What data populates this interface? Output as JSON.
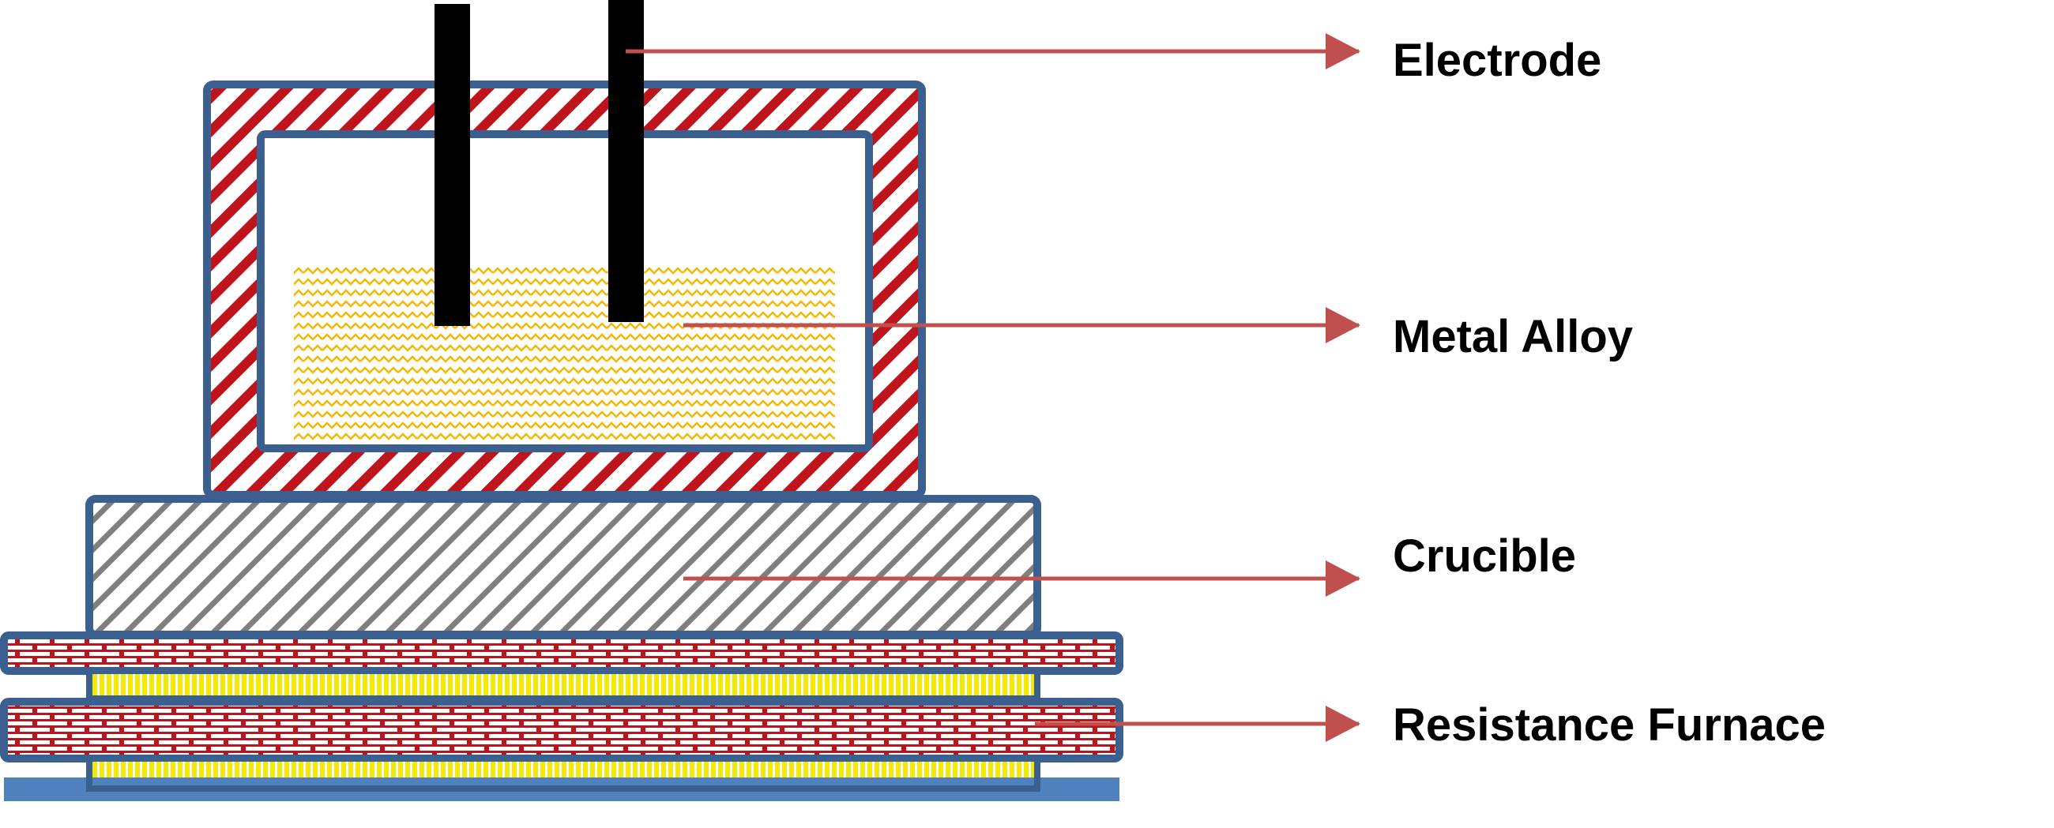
{
  "title": "Electrolysis cell in a resistance furnace",
  "colors": {
    "border": "#3b5f8f",
    "arrow": "#c0504d",
    "hatch_red": "#c0141c",
    "hatch_gray": "#7f7f7f",
    "alloy": "#f5b800",
    "heater": "#f2ea00",
    "electrode": "#000000",
    "base": "#4f81bd"
  },
  "labels": {
    "electrode": "Electrode",
    "metal_alloy": "Metal Alloy",
    "crucible": "Crucible",
    "resistance_furnace": "Resistance Furnace"
  },
  "components": [
    {
      "id": "electrode",
      "icon": "electrode-rod-icon"
    },
    {
      "id": "metal_alloy",
      "icon": "alloy-wave-pattern-icon"
    },
    {
      "id": "crucible",
      "icon": "hatched-block-icon"
    },
    {
      "id": "resistance_furnace",
      "icon": "brick-pattern-icon"
    }
  ]
}
